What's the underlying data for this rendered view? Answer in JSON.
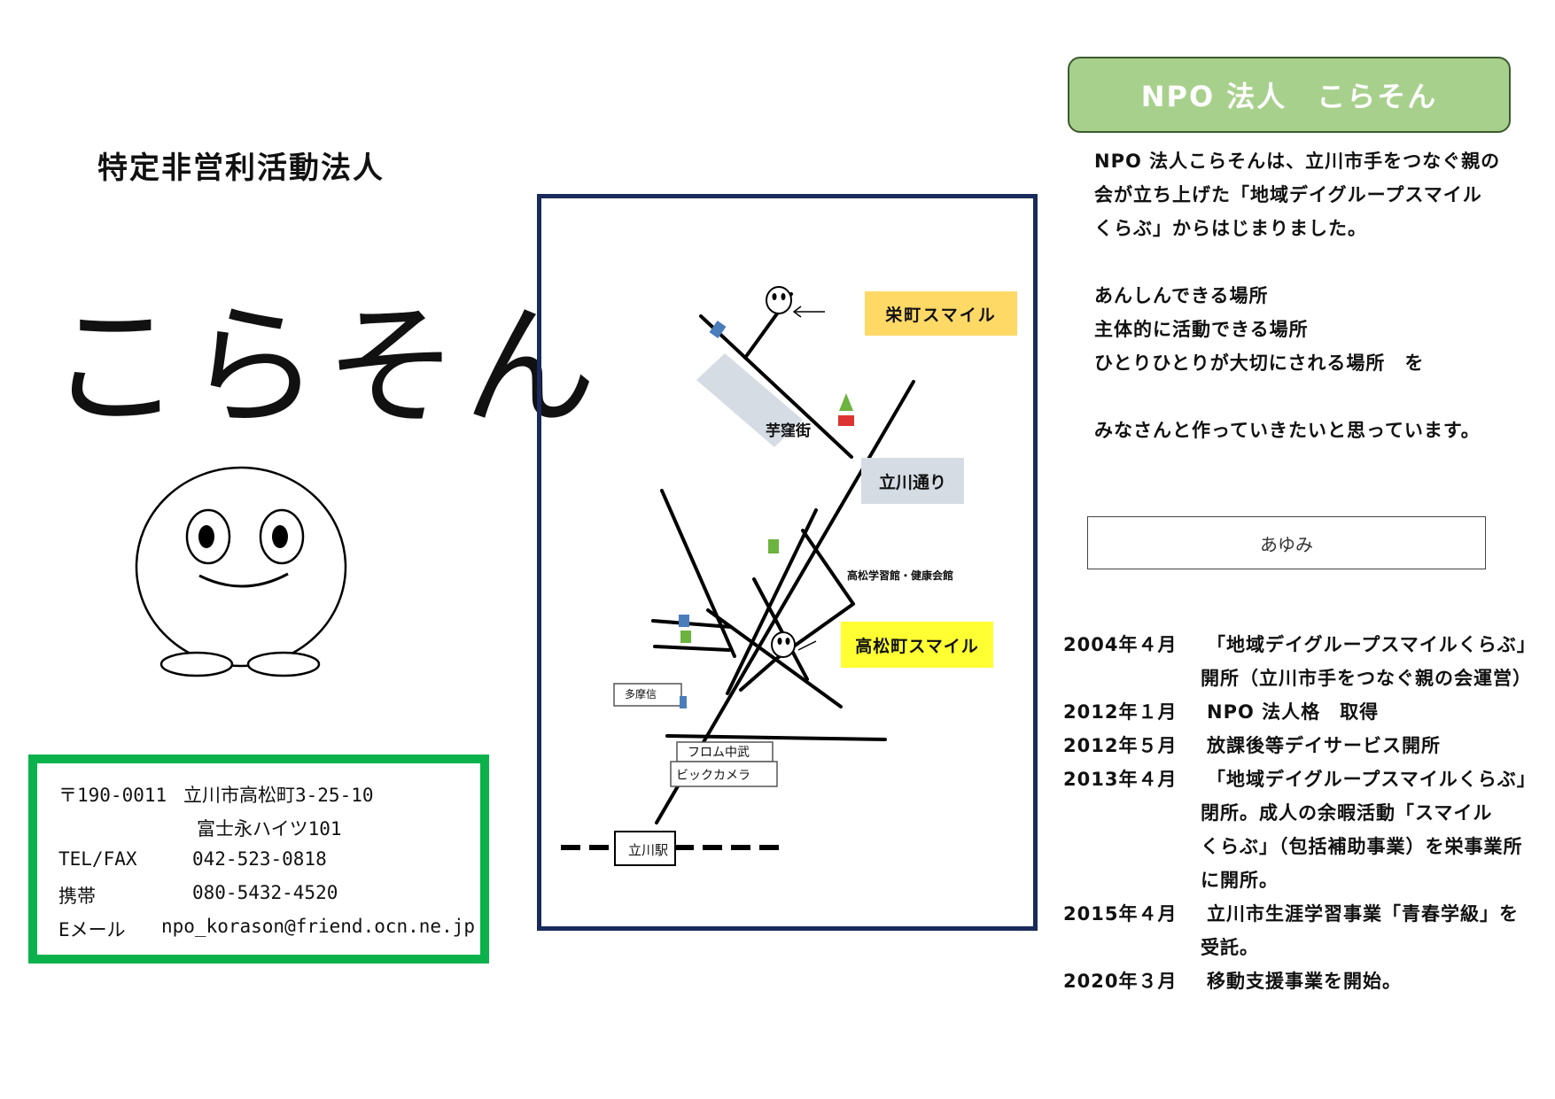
{
  "left": {
    "org_type": "特定非営利活動法人",
    "org_name": "こらそん"
  },
  "contact": {
    "postal": "〒190-0011",
    "address1": "立川市高松町3-25-10",
    "address2": "富士永ハイツ101",
    "tel_label": "TEL/FAX",
    "tel": "042-523-0818",
    "mobile_label": "携帯",
    "mobile": "080-5432-4520",
    "email_label": "Eメール",
    "email": "npo_korason@friend.ocn.ne.jp"
  },
  "map": {
    "sakaecho": "栄町スマイル",
    "imokubo": "芋窪街",
    "tachikawa_dori": "立川通り",
    "takamatsu_hall": "高松学習館・健康会館",
    "takamatsucho": "高松町スマイル",
    "tamashin": "多摩信",
    "from_chubu": "フロム中武",
    "bic_camera": "ビックカメラ",
    "station": "立川駅",
    "colors": {
      "sakae_label_bg": "#ffd966",
      "takamatsu_label_bg": "#ffff33",
      "road_label_bg": "#d6dce4"
    }
  },
  "right": {
    "header": "NPO 法人　こらそん",
    "intro": [
      "NPO 法人こらそんは、立川市手をつなぐ親の",
      "会が立ち上げた「地域デイグループスマイル",
      "くらぶ」からはじまりました。",
      "あんしんできる場所",
      "主体的に活動できる場所",
      "ひとりひとりが大切にされる場所　を",
      "みなさんと作っていきたいと思っています。"
    ],
    "ayumi": "あゆみ",
    "history": [
      {
        "date": "2004年４月",
        "text": "「地域デイグループスマイルくらぶ」"
      },
      {
        "date": "",
        "text": "開所（立川市手をつなぐ親の会運営）"
      },
      {
        "date": "2012年１月",
        "text": "NPO 法人格　取得"
      },
      {
        "date": "2012年５月",
        "text": "放課後等デイサービス開所"
      },
      {
        "date": "2013年４月",
        "text": "「地域デイグループスマイルくらぶ」"
      },
      {
        "date": "",
        "text": "閉所。成人の余暇活動「スマイル"
      },
      {
        "date": "",
        "text": "くらぶ」（包括補助事業）を栄事業所"
      },
      {
        "date": "",
        "text": "に開所。"
      },
      {
        "date": "2015年４月",
        "text": "立川市生涯学習事業「青春学級」を"
      },
      {
        "date": "",
        "text": "受託。"
      },
      {
        "date": "2020年３月",
        "text": "移動支援事業を開始。"
      }
    ],
    "header_color": "#a8d08d"
  }
}
